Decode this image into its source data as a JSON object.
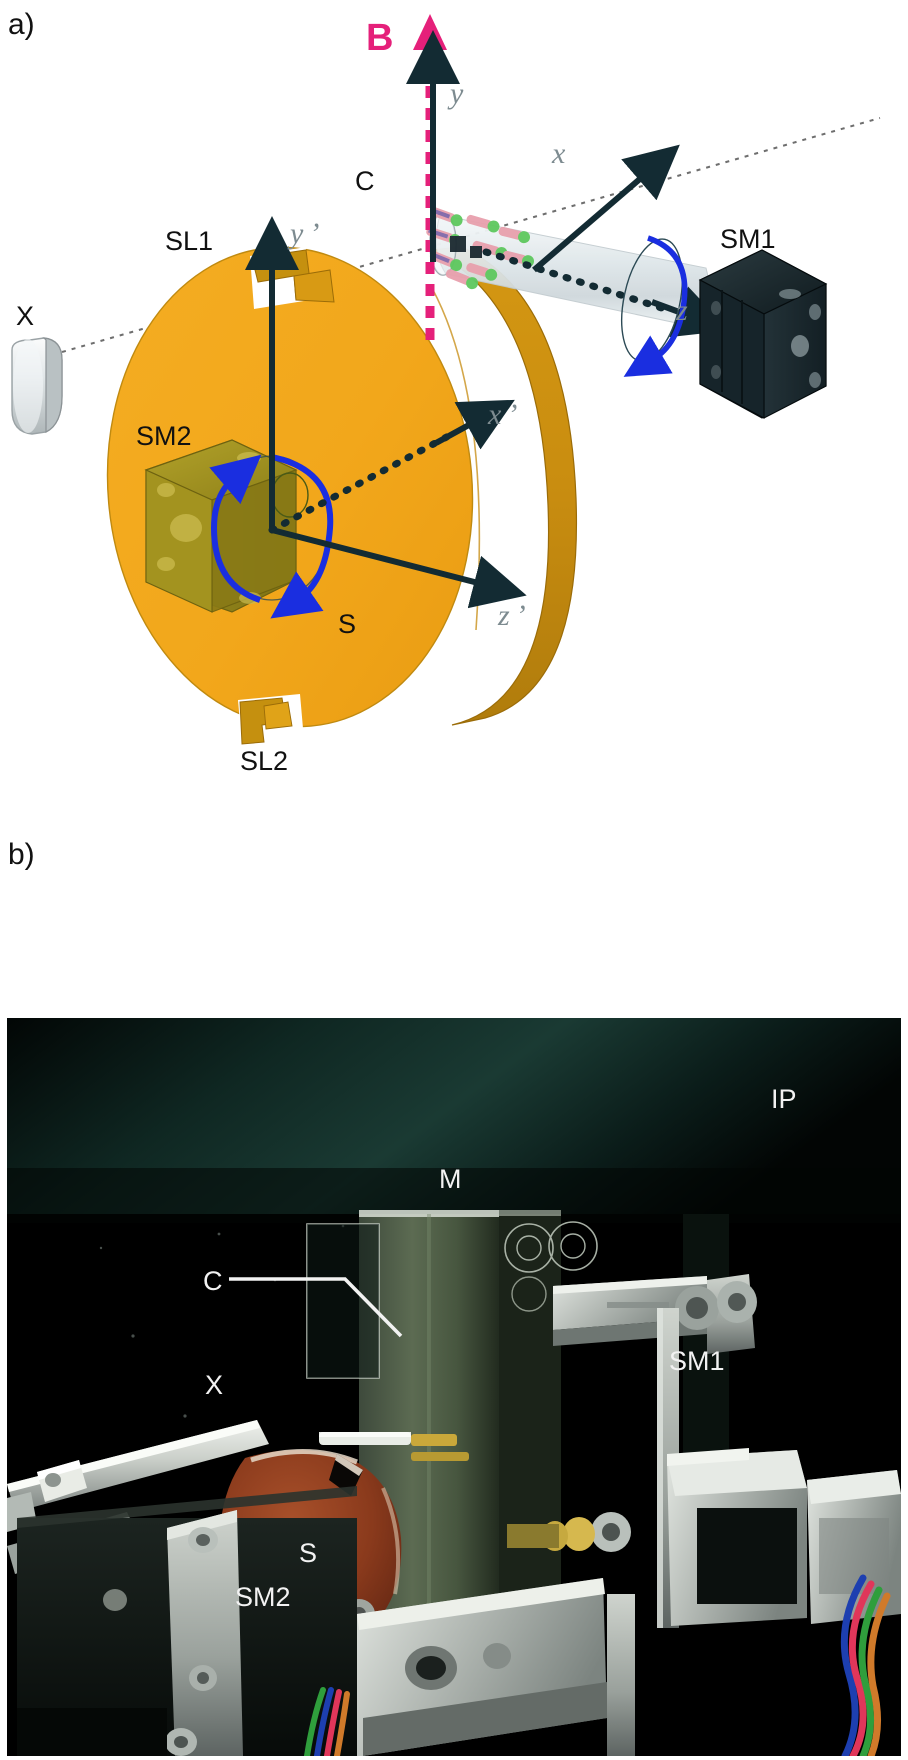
{
  "figure": {
    "panel_a_label": "a)",
    "panel_b_label": "b)"
  },
  "panel_a": {
    "type": "schematic-diagram",
    "description": "3D schematic of X-ray diffraction setup with rotating sample disc, capillary and stepper motors",
    "labels": {
      "magnetic_field": "B",
      "xray_source": "X",
      "slit1": "SL1",
      "slit2": "SL2",
      "capillary": "C",
      "sample_disc": "S",
      "stepper_motor_1": "SM1",
      "stepper_motor_2": "SM2"
    },
    "axes": {
      "lab_frame": [
        {
          "name": "x",
          "glyph": "x"
        },
        {
          "name": "y",
          "glyph": "y"
        },
        {
          "name": "z",
          "glyph": "z"
        }
      ],
      "sample_frame": [
        {
          "name": "x-prime",
          "glyph": "x ’"
        },
        {
          "name": "y-prime",
          "glyph": "y ’"
        },
        {
          "name": "z-prime",
          "glyph": "z ’"
        }
      ]
    },
    "colors": {
      "disc_face": "#f2a71b",
      "disc_edge": "#c98d10",
      "disc_rim": "#d89a14",
      "motor_black": "#162226",
      "motor_olive": "#9b8c1c",
      "field_arrow": "#e5207a",
      "rotation_arrow": "#1a2ee0",
      "axis_arrow": "#132b33",
      "axis_text": "#7d8b90",
      "capillary_glass": "#e9eef0",
      "xray_tube": "#dfe4e6"
    }
  },
  "panel_b": {
    "type": "photograph",
    "description": "Photograph of the experimental setup mounted on an optical bench",
    "labels": {
      "image_plate": "IP",
      "magnet": "M",
      "capillary": "C",
      "xray_source": "X",
      "sample_disc": "S",
      "stepper_motor_1": "SM1",
      "stepper_motor_2": "SM2"
    },
    "colors": {
      "background": "#000000",
      "backdrop_green": "#16302c",
      "metal_light": "#c9cdc8",
      "metal_mid": "#8d9490",
      "metal_dark": "#4a5250",
      "copper_disc": "#8a3a1c",
      "label_text": "#f2f2f2",
      "wire_red": "#e0365a",
      "wire_blue": "#1d3fb0",
      "wire_green": "#2f9e3c",
      "wire_orange": "#d07a2a"
    }
  }
}
